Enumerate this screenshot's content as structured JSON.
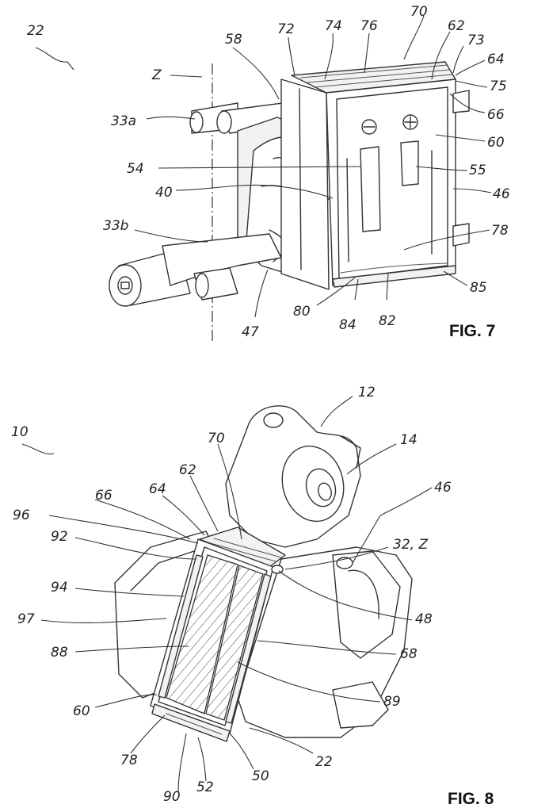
{
  "figures": [
    {
      "caption": "FIG. 7"
    },
    {
      "caption": "FIG. 8"
    }
  ],
  "fig7_labels": {
    "r22": "22",
    "z": "Z",
    "r33a": "33a",
    "r33b": "33b",
    "r54": "54",
    "r40": "40",
    "r47": "47",
    "r58": "58",
    "r72": "72",
    "r74": "74",
    "r76": "76",
    "r70": "70",
    "r62": "62",
    "r73": "73",
    "r64": "64",
    "r75": "75",
    "r66": "66",
    "r60": "60",
    "r55": "55",
    "r46": "46",
    "r78": "78",
    "r85": "85",
    "r80": "80",
    "r84": "84",
    "r82": "82"
  },
  "fig8_labels": {
    "r10": "10",
    "r12": "12",
    "r70": "70",
    "r14": "14",
    "r62": "62",
    "r64": "64",
    "r66": "66",
    "r46": "46",
    "r96": "96",
    "r92": "92",
    "r32z": "32, Z",
    "r94": "94",
    "r97": "97",
    "r48": "48",
    "r88": "88",
    "r68": "68",
    "r89": "89",
    "r60": "60",
    "r78": "78",
    "r22": "22",
    "r52": "52",
    "r50": "50",
    "r90": "90"
  }
}
